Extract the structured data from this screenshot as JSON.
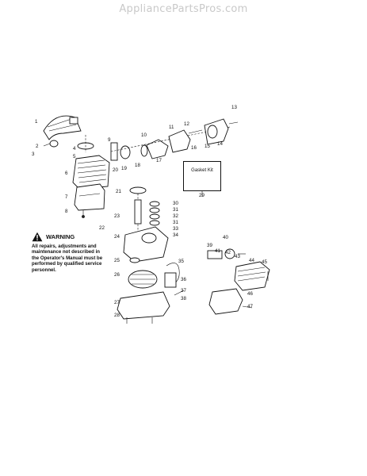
{
  "watermark": "AppliancePartsPros.com",
  "warning": {
    "title": "WARNING",
    "text": "All repairs, adjustments and maintenance not described in the Operator's Manual must be performed by qualified service personnel."
  },
  "gasket_kit": {
    "label": "Gasket Kit",
    "number": "29"
  },
  "callouts": [
    "1",
    "2",
    "3",
    "4",
    "5",
    "6",
    "7",
    "8",
    "9",
    "10",
    "11",
    "12",
    "13",
    "14",
    "15",
    "16",
    "17",
    "18",
    "19",
    "20",
    "21",
    "22",
    "23",
    "24",
    "25",
    "26",
    "27",
    "28",
    "29",
    "30",
    "31",
    "32",
    "31",
    "33",
    "34",
    "35",
    "36",
    "37",
    "38",
    "39",
    "40",
    "41",
    "42",
    "43",
    "44",
    "45",
    "46",
    "47"
  ]
}
